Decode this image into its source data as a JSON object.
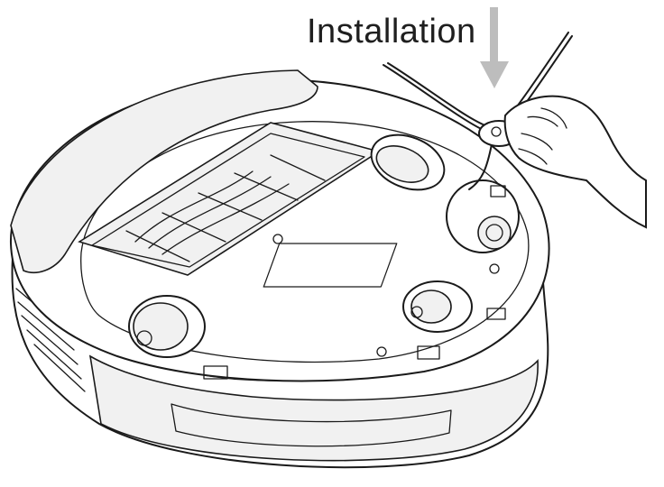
{
  "instruction": {
    "caption": "Installation"
  },
  "colors": {
    "line": "#1a1a1a",
    "arrow": "#bdbdbd",
    "background": "#ffffff"
  },
  "icons": [
    "down-arrow-icon",
    "side-brush",
    "hand-illustration",
    "robot-vacuum-underside"
  ]
}
